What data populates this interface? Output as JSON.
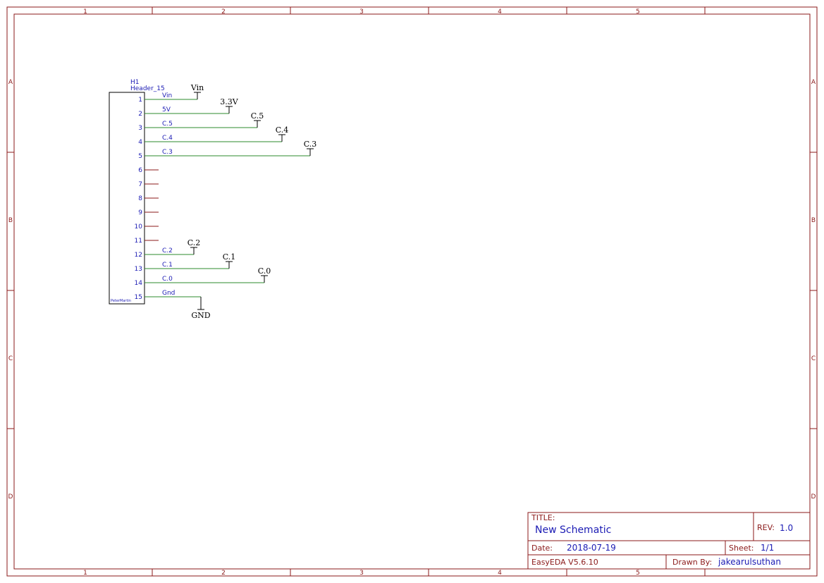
{
  "frame": {
    "column_labels": [
      "1",
      "2",
      "3",
      "4",
      "5"
    ],
    "row_labels": [
      "A",
      "B",
      "C",
      "D"
    ],
    "color": "#8b1a1a"
  },
  "component": {
    "designator": "H1",
    "name": "Header_15",
    "author": "PeterMartin",
    "pins": [
      {
        "number": "1",
        "net": "Vin",
        "flag": "Vin"
      },
      {
        "number": "2",
        "net": "5V",
        "flag": "3.3V"
      },
      {
        "number": "3",
        "net": "C.5",
        "flag": "C.5"
      },
      {
        "number": "4",
        "net": "C.4",
        "flag": "C.4"
      },
      {
        "number": "5",
        "net": "C.3",
        "flag": "C.3"
      },
      {
        "number": "6",
        "net": "",
        "flag": ""
      },
      {
        "number": "7",
        "net": "",
        "flag": ""
      },
      {
        "number": "8",
        "net": "",
        "flag": ""
      },
      {
        "number": "9",
        "net": "",
        "flag": ""
      },
      {
        "number": "10",
        "net": "",
        "flag": ""
      },
      {
        "number": "11",
        "net": "",
        "flag": ""
      },
      {
        "number": "12",
        "net": "C.2",
        "flag": "C.2"
      },
      {
        "number": "13",
        "net": "C.1",
        "flag": "C.1"
      },
      {
        "number": "14",
        "net": "C.0",
        "flag": "C.0"
      },
      {
        "number": "15",
        "net": "Gnd",
        "flag": "GND"
      }
    ]
  },
  "title_block": {
    "title_label": "TITLE:",
    "title": "New Schematic",
    "rev_label": "REV:",
    "rev": "1.0",
    "date_label": "Date:",
    "date": "2018-07-19",
    "sheet_label": "Sheet:",
    "sheet": "1/1",
    "software": "EasyEDA V5.6.10",
    "drawn_by_label": "Drawn By:",
    "drawn_by": "jakearulsuthan"
  },
  "colors": {
    "frame": "#8b1a1a",
    "wire": "#2e8b2e",
    "pin_text": "#1b1bb4",
    "flag": "#000000"
  }
}
